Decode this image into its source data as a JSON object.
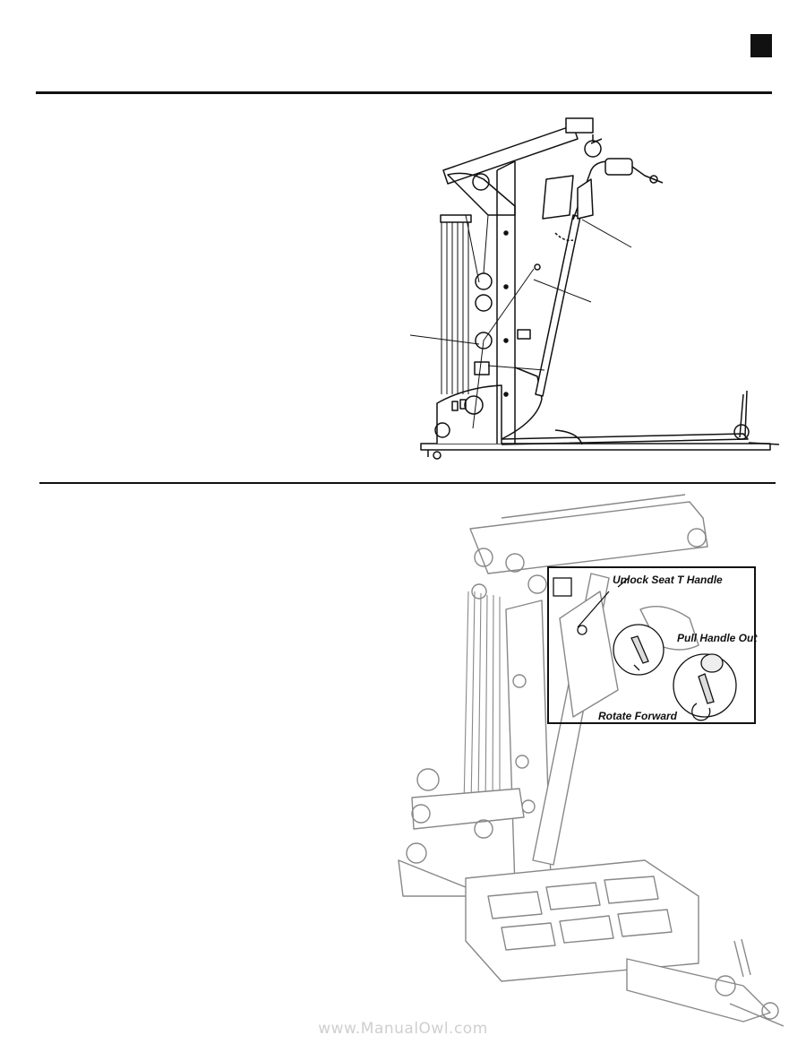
{
  "page": {
    "corner_tab_icon": "black-square-tab-icon"
  },
  "figure_top": {
    "icon": "home-gym-side-view-illustration",
    "callout_leaders": 4
  },
  "figure_bottom": {
    "icon": "home-gym-3d-illustration",
    "callout": {
      "unlock_label": "Unlock Seat T Handle",
      "pull_label": "Pull Handle Out",
      "rotate_label": "Rotate Forward",
      "detail_icons": [
        "t-handle-detail-icon",
        "rotate-arrow-icon"
      ]
    }
  },
  "watermark": {
    "text": "www.ManualOwl.com"
  }
}
